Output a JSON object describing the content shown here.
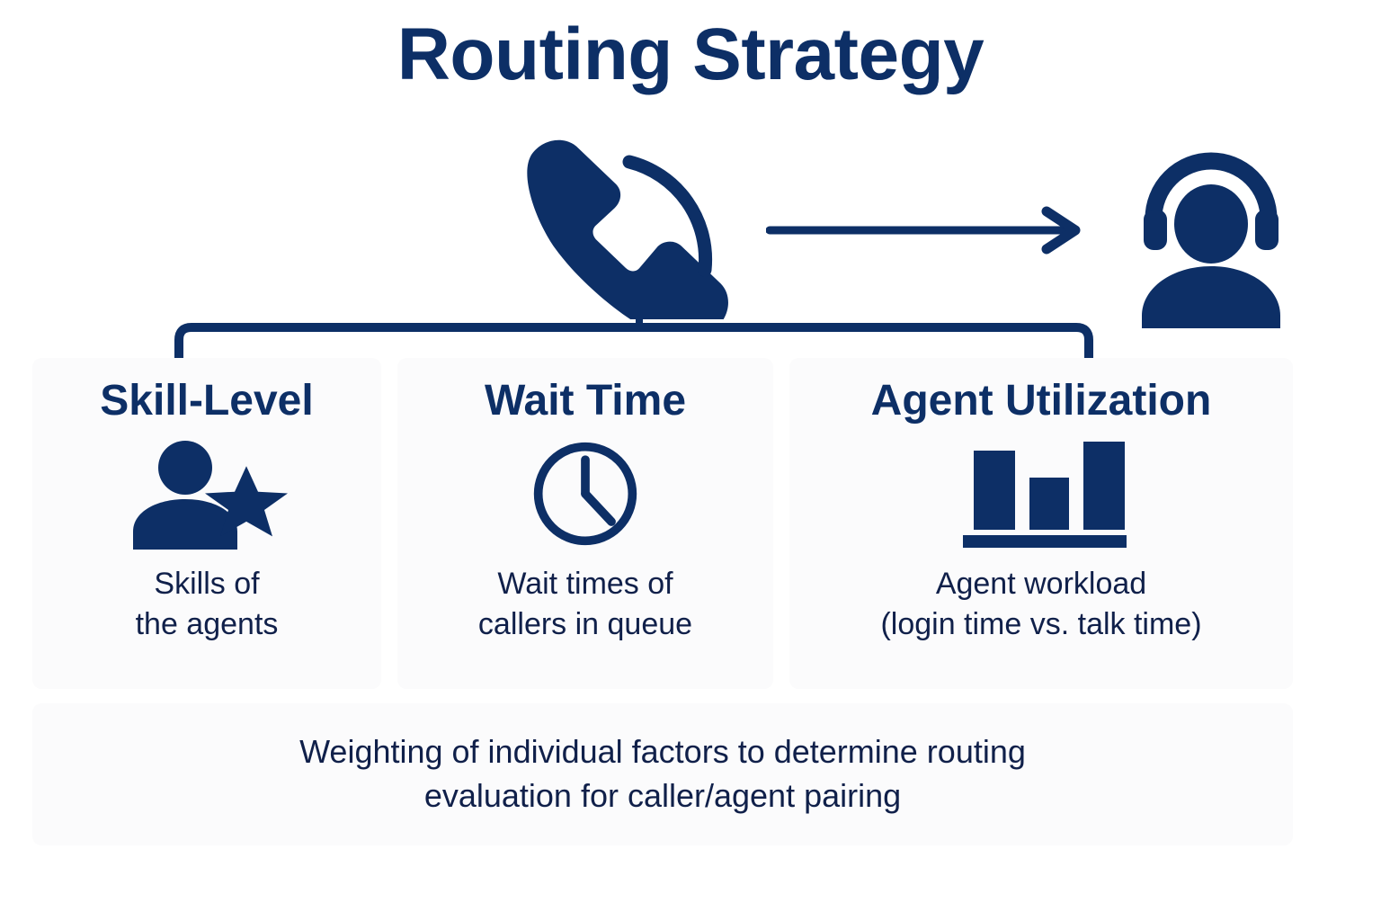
{
  "page": {
    "title": "Routing Strategy",
    "accent_color": "#0d2f66",
    "text_color": "#10204a",
    "card_bg": "#fbfbfc",
    "page_bg": "#ffffff"
  },
  "flow": {
    "source_icon": "phone-call-icon",
    "connector_icon": "right-arrow-icon",
    "target_icon": "headset-agent-icon",
    "bracket_icon": "bracket-connector"
  },
  "factors": [
    {
      "title": "Skill-Level",
      "icon": "person-star-icon",
      "description": "Skills of\nthe agents"
    },
    {
      "title": "Wait Time",
      "icon": "clock-icon",
      "description": "Wait times of\ncallers in queue"
    },
    {
      "title": "Agent Utilization",
      "icon": "bar-chart-icon",
      "description": "Agent workload\n(login time vs. talk time)"
    }
  ],
  "banner": {
    "text": "Weighting of individual factors to determine routing\nevaluation for caller/agent pairing"
  }
}
